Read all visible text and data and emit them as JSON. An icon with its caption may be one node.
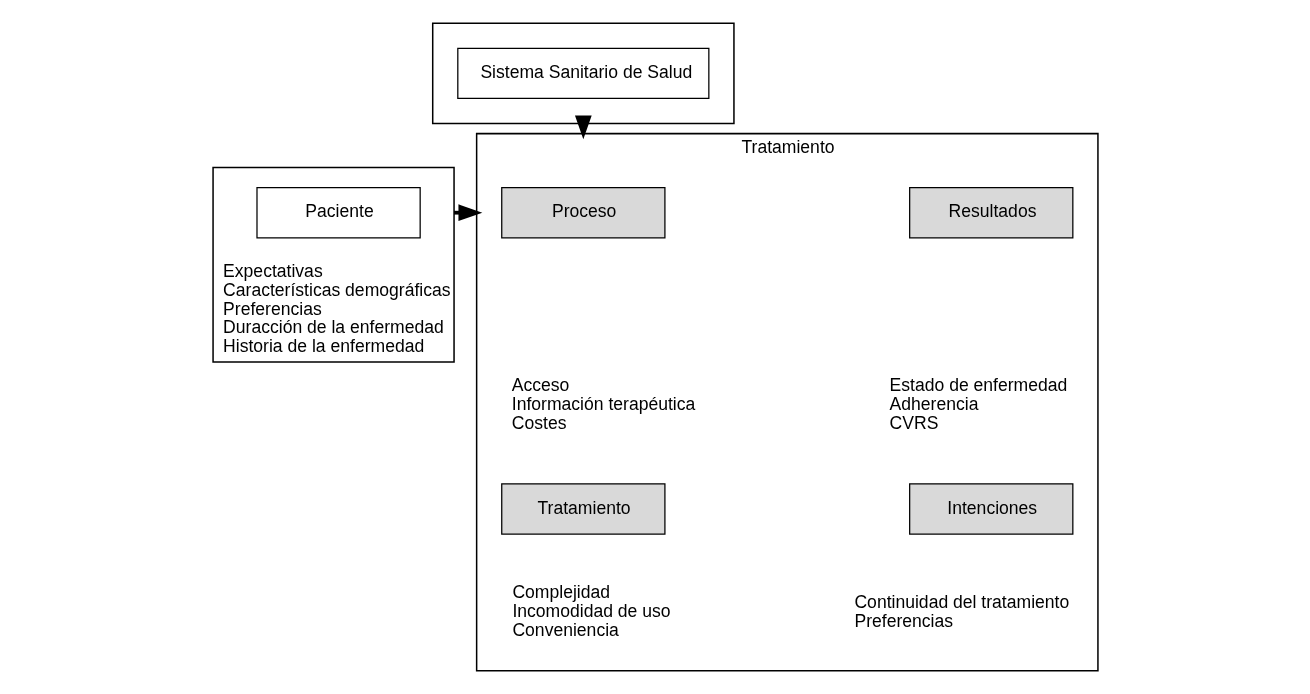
{
  "diagram": {
    "nodes": [
      {
        "text": [],
        "shape": "box"
      },
      {
        "text": [
          "Sistema Sanitario de Salud"
        ],
        "in": 0
      },
      {
        "text": [
          "Expectativas",
          "Características demográficas",
          "Preferencias",
          "Duracción de la enfermedad",
          "Historia de la enfermedad"
        ]
      },
      {
        "text": [
          "Paciente"
        ],
        "in": 2
      },
      {
        "text": [
          "Tratamiento"
        ]
      },
      {
        "text": [
          "Proceso"
        ],
        "in": 4,
        "beside": [
          "Acceso",
          "Información terapéutica",
          "Costes"
        ]
      },
      {
        "text": [
          "Resultados"
        ],
        "in": 4,
        "beside": [
          "Estado de enfermedad",
          "Adherencia",
          "CVRS"
        ]
      },
      {
        "text": [
          "Tratamiento"
        ],
        "in": 4,
        "beside": [
          "Complejidad",
          "Incomodidad de uso",
          "Conveniencia"
        ]
      },
      {
        "text": [
          "Intenciones"
        ],
        "in": 4,
        "beside": [
          "Continuidad del tratamiento",
          "Preferencias"
        ]
      }
    ],
    "edges": [
      {
        "from": 0,
        "to": 4,
        "arrow": "to"
      },
      {
        "from": 2,
        "to": 4,
        "arrow": "to"
      }
    ]
  }
}
